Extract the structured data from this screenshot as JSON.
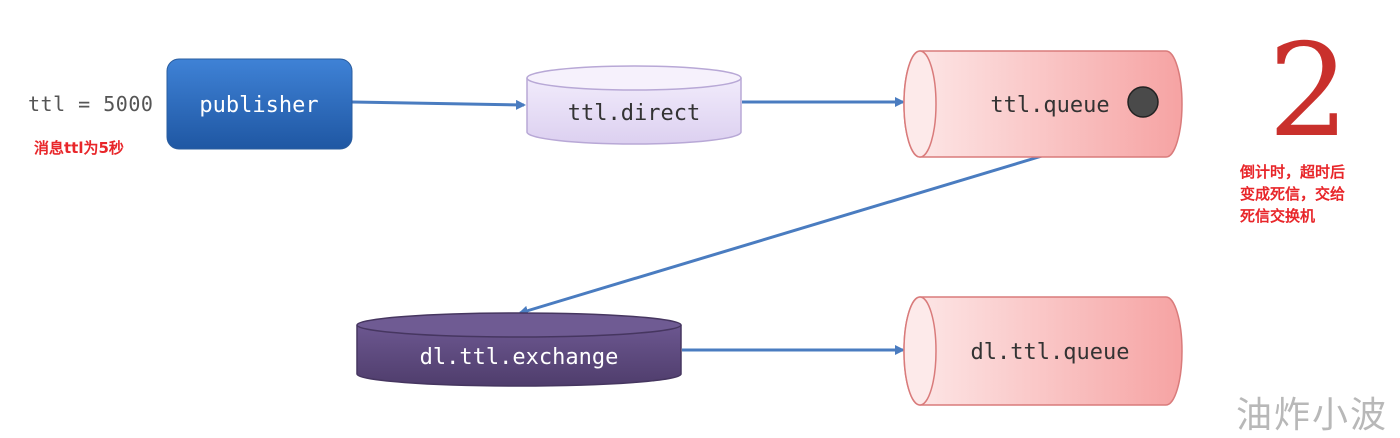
{
  "diagram": {
    "ttl_setting": "ttl = 5000",
    "ttl_note": "消息ttl为5秒",
    "nodes": {
      "publisher": "publisher",
      "ttl_direct": "ttl.direct",
      "ttl_queue": "ttl.queue",
      "dl_exchange": "dl.ttl.exchange",
      "dl_queue": "dl.ttl.queue"
    },
    "countdown": "2",
    "countdown_note": [
      "倒计时，超时后",
      "变成死信，交给",
      "死信交换机"
    ]
  },
  "watermark": "油炸小波",
  "colors": {
    "publisher_fill": "#2f69b5",
    "exchange_fill": "#e8e0f5",
    "queue_fill": "#f8a8a8",
    "dl_exchange_fill": "#5e4a7e",
    "arrow": "#4a7cc0",
    "accent_red": "#e8262a"
  }
}
